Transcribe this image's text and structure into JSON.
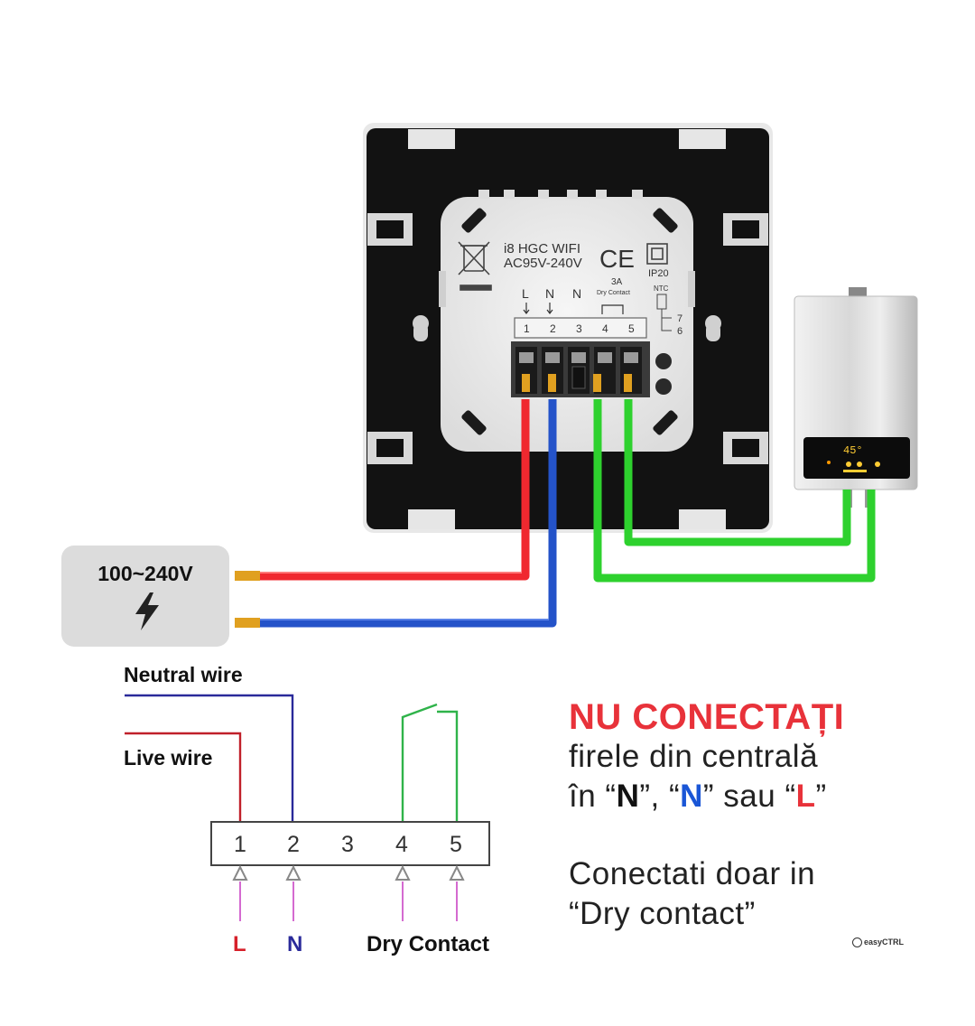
{
  "power": {
    "voltage": "100~240V",
    "icon": "lightning-bolt-icon"
  },
  "device": {
    "model": "i8 HGC WIFI",
    "rating": "AC95V-240V",
    "ce": "CE",
    "ip": "IP20",
    "relay_rating": "3A",
    "dry_contact": "Dry Contact",
    "ntc": "NTC",
    "ntc_pins": [
      "7",
      "6"
    ],
    "terminal_letters": [
      "L",
      "N",
      "N"
    ],
    "terminals": [
      "1",
      "2",
      "3",
      "4",
      "5"
    ]
  },
  "boiler": {
    "display": "45°"
  },
  "schematic": {
    "neutral_label": "Neutral wire",
    "live_label": "Live wire",
    "terminals": [
      "1",
      "2",
      "3",
      "4",
      "5"
    ],
    "bottom_l": "L",
    "bottom_n": "N",
    "dry_contact": "Dry Contact"
  },
  "warning": {
    "title": "NU CONECTAȚI",
    "line1": "firele din centrală",
    "line2_pre": "în “",
    "line2_n1": "N",
    "line2_mid1": "”, “",
    "line2_n2": "N",
    "line2_mid2": "” sau “",
    "line2_l": "L",
    "line2_post": "”",
    "line3": "Conectati doar in",
    "line4": "“Dry contact”"
  },
  "brand": "easyCTRL",
  "colors": {
    "live": "#f0282f",
    "neutral": "#2453c9",
    "contact": "#2ed12e",
    "schematic_neutral": "#2a2a9a",
    "schematic_live": "#c0202a",
    "schematic_contact": "#2fb34a",
    "arrow": "#d46ad0",
    "warn_red": "#e8323a",
    "blue_n": "#1a56d6"
  }
}
